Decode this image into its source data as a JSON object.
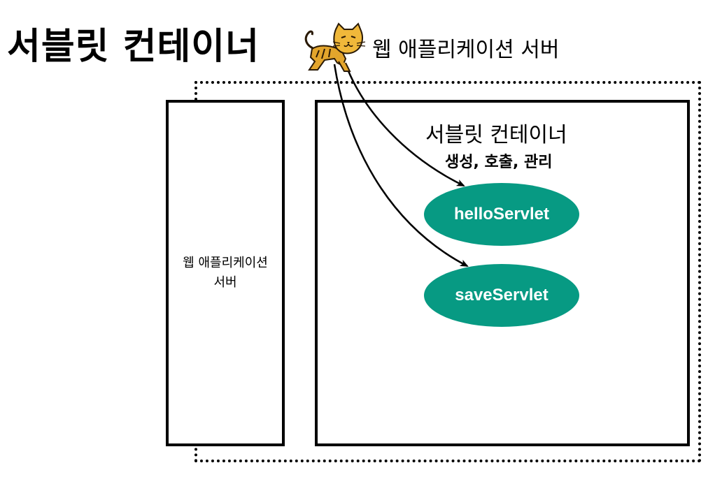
{
  "title": "서블릿 컨테이너",
  "server_label": "웹 애플리케이션 서버",
  "was_box": {
    "label_line1": "웹 애플리케이션",
    "label_line2": "서버"
  },
  "container": {
    "title": "서블릿 컨테이너",
    "subtitle": "생성, 호출, 관리"
  },
  "servlets": [
    {
      "label": "helloServlet",
      "color": "#079a83"
    },
    {
      "label": "saveServlet",
      "color": "#079a83"
    }
  ],
  "icons": {
    "server_logo": "tomcat-cat-icon"
  }
}
